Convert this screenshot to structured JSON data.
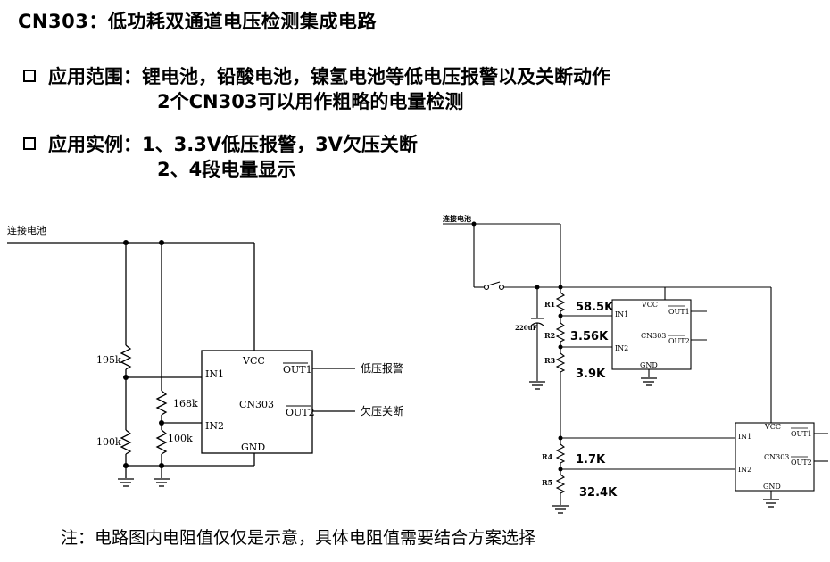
{
  "title": "CN303：低功耗双通道电压检测集成电路",
  "application_range": {
    "label": "应用范围：",
    "line1": "锂电池，铅酸电池，镍氢电池等低电压报警以及关断动作",
    "line2": "2个CN303可以用作粗略的电量检测"
  },
  "application_example": {
    "label": "应用实例：",
    "line1": "1、3.3V低压报警，3V欠压关断",
    "line2": "2、4段电量显示"
  },
  "left_circuit": {
    "battery_label": "连接电池",
    "resistors": [
      "195k",
      "100k",
      "168k",
      "100k"
    ],
    "chip_name": "CN303",
    "pins": {
      "vcc": "VCC",
      "in1": "IN1",
      "in2": "IN2",
      "gnd": "GND",
      "out1": "OUT1",
      "out2": "OUT2"
    },
    "outputs": [
      "低压报警",
      "欠压关断"
    ]
  },
  "right_circuit": {
    "battery_label": "连接电池",
    "capacitor": "220uF",
    "resistors": [
      {
        "name": "R1",
        "value": "58.5K"
      },
      {
        "name": "R2",
        "value": "3.56K"
      },
      {
        "name": "R3",
        "value": "3.9K"
      },
      {
        "name": "R4",
        "value": "1.7K"
      },
      {
        "name": "R5",
        "value": "32.4K"
      }
    ],
    "chip_name": "CN303",
    "pins": {
      "vcc": "VCC",
      "in1": "IN1",
      "in2": "IN2",
      "gnd": "GND",
      "out1": "OUT1",
      "out2": "OUT2"
    }
  },
  "note": "注：电路图内电阻值仅仅是示意，具体电阻值需要结合方案选择"
}
